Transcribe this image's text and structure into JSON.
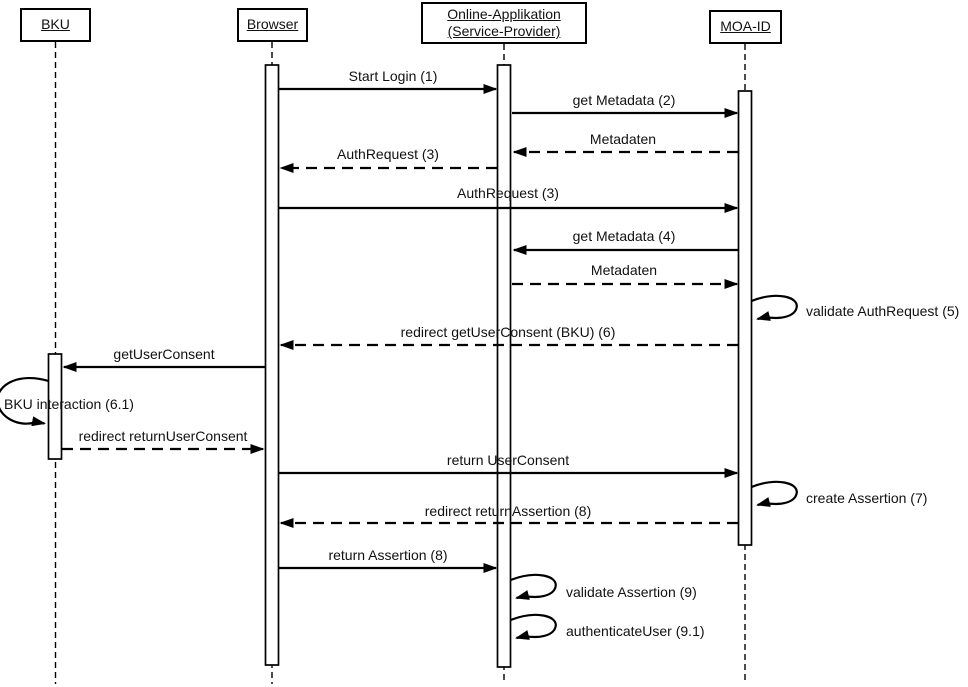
{
  "diagram": {
    "type": "uml-sequence-diagram",
    "colors": {
      "line": "#000000",
      "background": "#ffffff"
    },
    "actors": [
      {
        "id": "bku",
        "name": "BKU"
      },
      {
        "id": "browser",
        "name": "Browser"
      },
      {
        "id": "online-applikation",
        "name": "Online-Applikation (Service-Provider)"
      },
      {
        "id": "moa-id",
        "name": "MOA-ID"
      }
    ],
    "messages": [
      {
        "label": "Start Login (1)",
        "from": "Browser",
        "to": "Online-Applikation (Service-Provider)",
        "line": "solid"
      },
      {
        "label": "get Metadata (2)",
        "from": "Online-Applikation (Service-Provider)",
        "to": "MOA-ID",
        "line": "solid"
      },
      {
        "label": "Metadaten",
        "from": "MOA-ID",
        "to": "Online-Applikation (Service-Provider)",
        "line": "dashed"
      },
      {
        "label": "AuthRequest (3)",
        "from": "Online-Applikation (Service-Provider)",
        "to": "Browser",
        "line": "dashed"
      },
      {
        "label": "AuthRequest (3)",
        "from": "Browser",
        "to": "MOA-ID",
        "line": "solid"
      },
      {
        "label": "get Metadata (4)",
        "from": "MOA-ID",
        "to": "Online-Applikation (Service-Provider)",
        "line": "solid"
      },
      {
        "label": "Metadaten",
        "from": "Online-Applikation (Service-Provider)",
        "to": "MOA-ID",
        "line": "dashed"
      },
      {
        "label": "validate AuthRequest (5)",
        "from": "MOA-ID",
        "to": "MOA-ID",
        "line": "self"
      },
      {
        "label": "redirect getUserConsent (BKU) (6)",
        "from": "MOA-ID",
        "to": "Browser",
        "line": "dashed"
      },
      {
        "label": "getUserConsent",
        "from": "Browser",
        "to": "BKU",
        "line": "solid"
      },
      {
        "label": "BKU interaction (6.1)",
        "from": "BKU",
        "to": "BKU",
        "line": "self"
      },
      {
        "label": "redirect returnUserConsent",
        "from": "BKU",
        "to": "Browser",
        "line": "dashed"
      },
      {
        "label": "return UserConsent",
        "from": "Browser",
        "to": "MOA-ID",
        "line": "solid"
      },
      {
        "label": "create Assertion (7)",
        "from": "MOA-ID",
        "to": "MOA-ID",
        "line": "self"
      },
      {
        "label": "redirect returnAssertion (8)",
        "from": "MOA-ID",
        "to": "Browser",
        "line": "dashed"
      },
      {
        "label": "return Assertion (8)",
        "from": "Browser",
        "to": "Online-Applikation (Service-Provider)",
        "line": "solid"
      },
      {
        "label": "validate Assertion (9)",
        "from": "Online-Applikation (Service-Provider)",
        "to": "Online-Applikation (Service-Provider)",
        "line": "self"
      },
      {
        "label": "authenticateUser (9.1)",
        "from": "Online-Applikation (Service-Provider)",
        "to": "Online-Applikation (Service-Provider)",
        "line": "self"
      }
    ]
  }
}
